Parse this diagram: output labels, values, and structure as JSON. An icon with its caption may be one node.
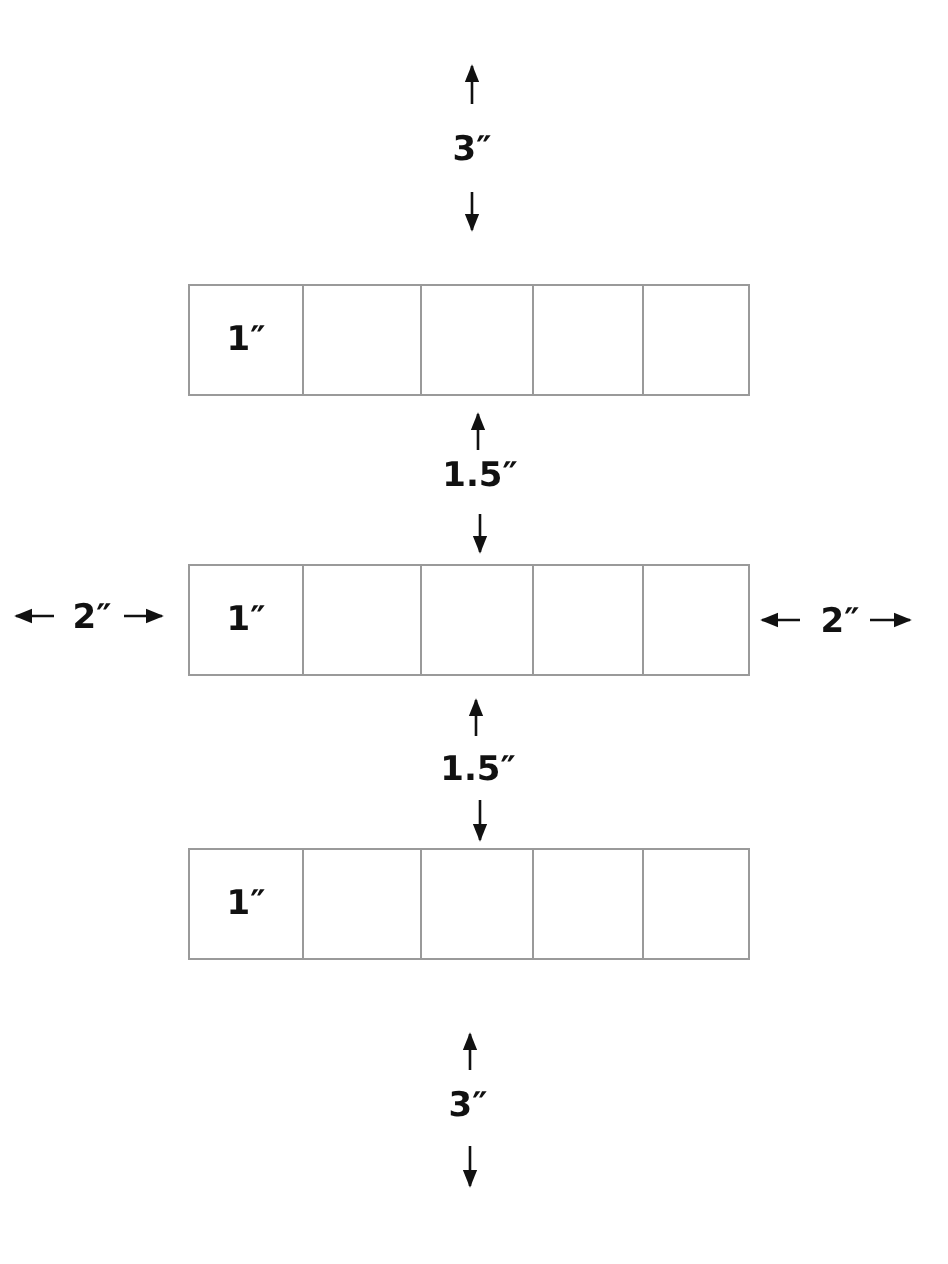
{
  "diagram": {
    "nodes": [
      {
        "text": [
          "1″"
        ]
      },
      {
        "text": [],
        "shape": "box"
      },
      {
        "text": [],
        "shape": "box"
      },
      {
        "text": [],
        "shape": "box"
      },
      {
        "text": [],
        "shape": "box"
      },
      {
        "text": [
          "1″"
        ]
      },
      {
        "text": [],
        "shape": "box"
      },
      {
        "text": [],
        "shape": "box"
      },
      {
        "text": [],
        "shape": "box"
      },
      {
        "text": [],
        "shape": "box"
      },
      {
        "text": [
          "1″"
        ]
      },
      {
        "text": [],
        "shape": "box"
      },
      {
        "text": [],
        "shape": "box"
      },
      {
        "text": [],
        "shape": "box"
      },
      {
        "text": [],
        "shape": "box"
      }
    ],
    "labels": [
      "3″",
      "1.5″",
      "2″",
      "2″",
      "1.5″",
      "3″"
    ]
  }
}
